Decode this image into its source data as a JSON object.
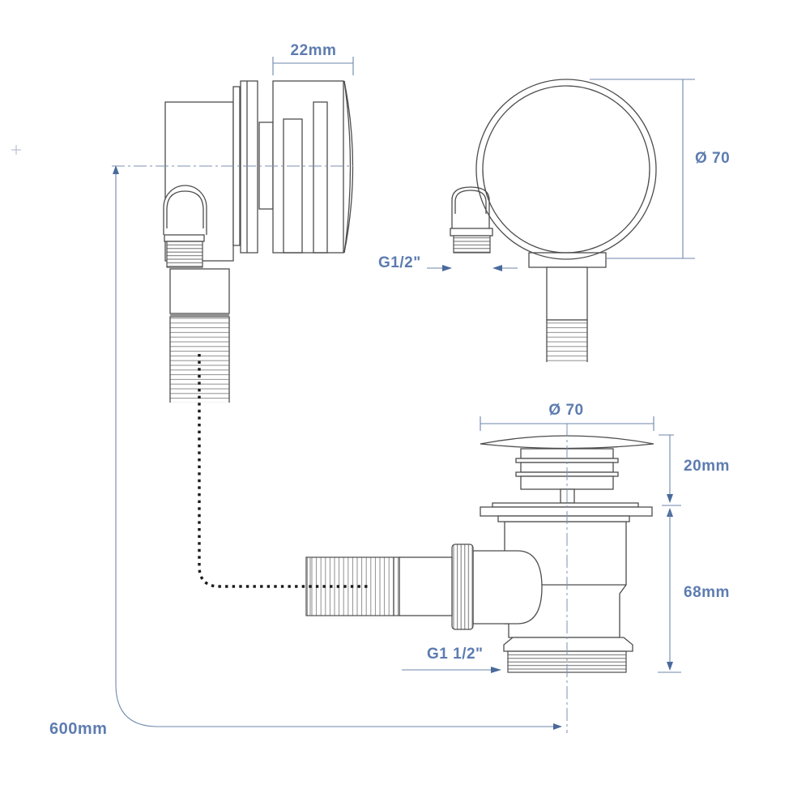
{
  "drawing": {
    "kind": "technical-dimension-drawing",
    "views": {
      "overflow_side_view": "bath overflow filler, side elevation",
      "overflow_front_view": "bath overflow filler, front face",
      "waste_valve_view": "click-clack bath waste valve, elevation"
    }
  },
  "labels": {
    "overflow_width": "22mm",
    "overflow_face_diameter": "Ø 70",
    "overflow_thread": "G1/2\"",
    "waste_cap_diameter": "Ø 70",
    "waste_cap_height": "20mm",
    "waste_body_height": "68mm",
    "waste_thread": "G1 1/2\"",
    "hose_length": "600mm"
  },
  "colors": {
    "background": "#ffffff",
    "line_art": "#4d4d4d",
    "rib_lines": "#8a8a8a",
    "dimension_lines": "#6c86ab",
    "dimension_text": "#5d7cb0",
    "centerline": "#7d91b4",
    "cable_dots": "#1b1b1b"
  }
}
